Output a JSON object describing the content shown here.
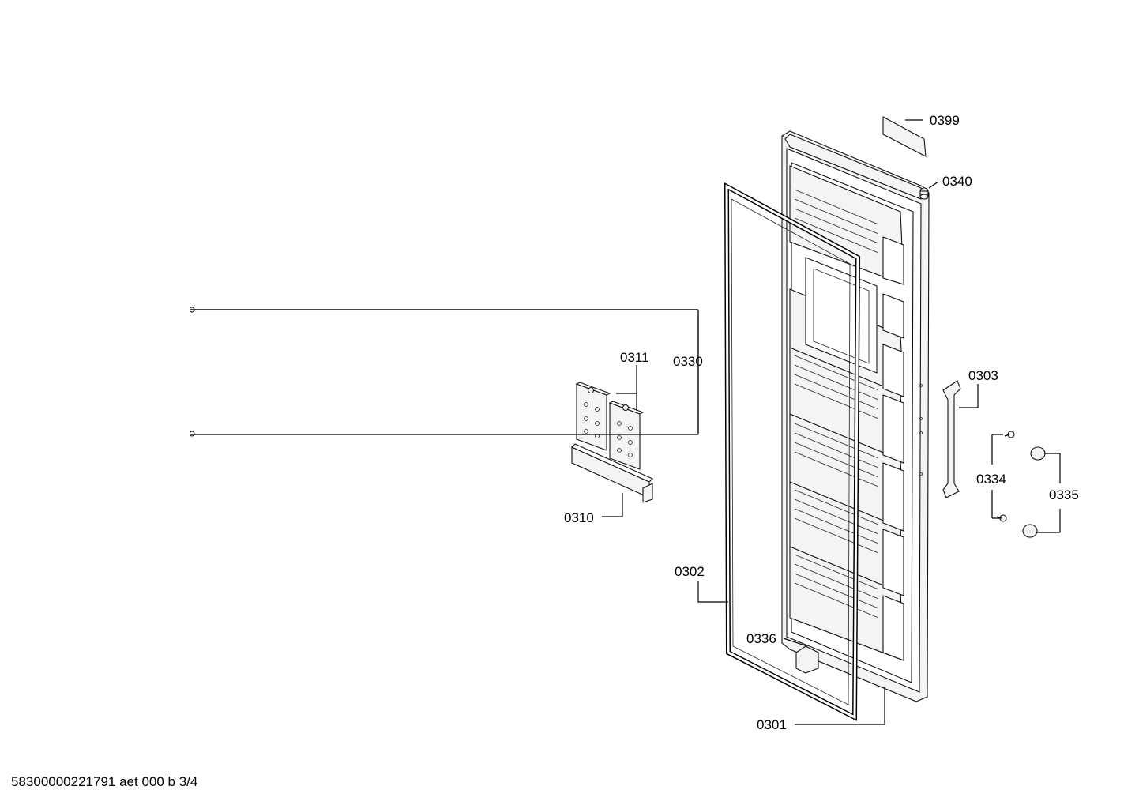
{
  "labels": {
    "l0399": "0399",
    "l0340": "0340",
    "l0311": "0311",
    "l0330": "0330",
    "l0303": "0303",
    "l0334": "0334",
    "l0335": "0335",
    "l0310": "0310",
    "l0302": "0302",
    "l0336": "0336",
    "l0301": "0301"
  },
  "footer": "58300000221791 aet 000 b 3/4"
}
